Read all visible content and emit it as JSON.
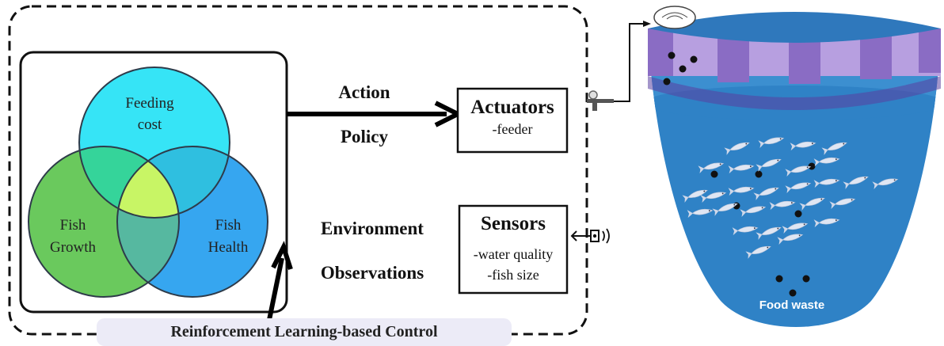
{
  "venn": {
    "top_line1": "Feeding",
    "top_line2": "cost",
    "left_line1": "Fish",
    "left_line2": "Growth",
    "right_line1": "Fish",
    "right_line2": "Health"
  },
  "labels": {
    "action": "Action",
    "policy": "Policy",
    "environment": "Environment",
    "observations": "Observations"
  },
  "actuators": {
    "title": "Actuators",
    "item": "-feeder"
  },
  "sensors": {
    "title": "Sensors",
    "item1": "-water quality",
    "item2": "-fish size"
  },
  "tank": {
    "waste_label": "Food waste"
  },
  "banner": {
    "text": "Reinforcement Learning-based Control"
  },
  "colors": {
    "feeding_cost": "#36e4f6",
    "fish_growth": "#6ac95d",
    "fish_health": "#36a6f0",
    "center": "#c8f565",
    "tank_water": "#2f82c6",
    "rim_dark": "#8a6cc4",
    "rim_light": "#b79fe0"
  }
}
